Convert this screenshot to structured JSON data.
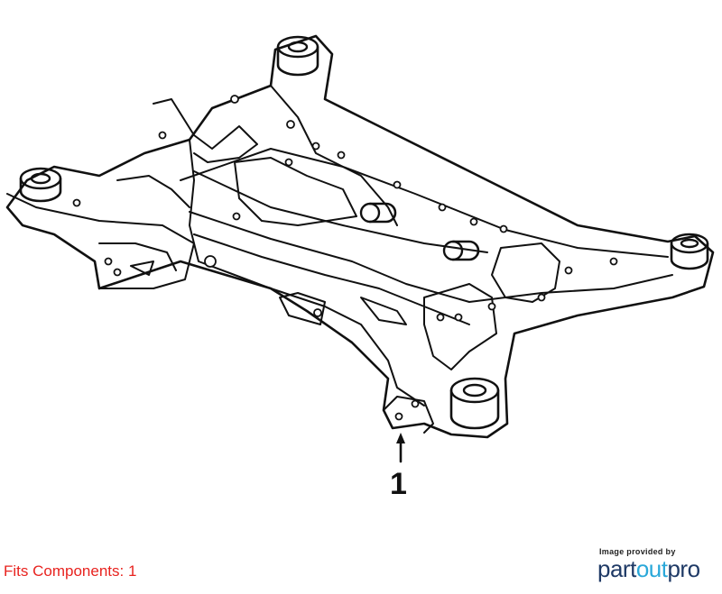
{
  "diagram": {
    "callouts": [
      {
        "label": "1"
      }
    ]
  },
  "footer": {
    "fits_text": "Fits Components: 1",
    "credit_text": "Image provided by",
    "logo": {
      "part1": "part",
      "part2": "out",
      "part3": "pro"
    }
  },
  "colors": {
    "fits_text": "#e8231f",
    "logo_dark": "#1f3a66",
    "logo_light": "#2aa8d9",
    "line": "#111111"
  }
}
